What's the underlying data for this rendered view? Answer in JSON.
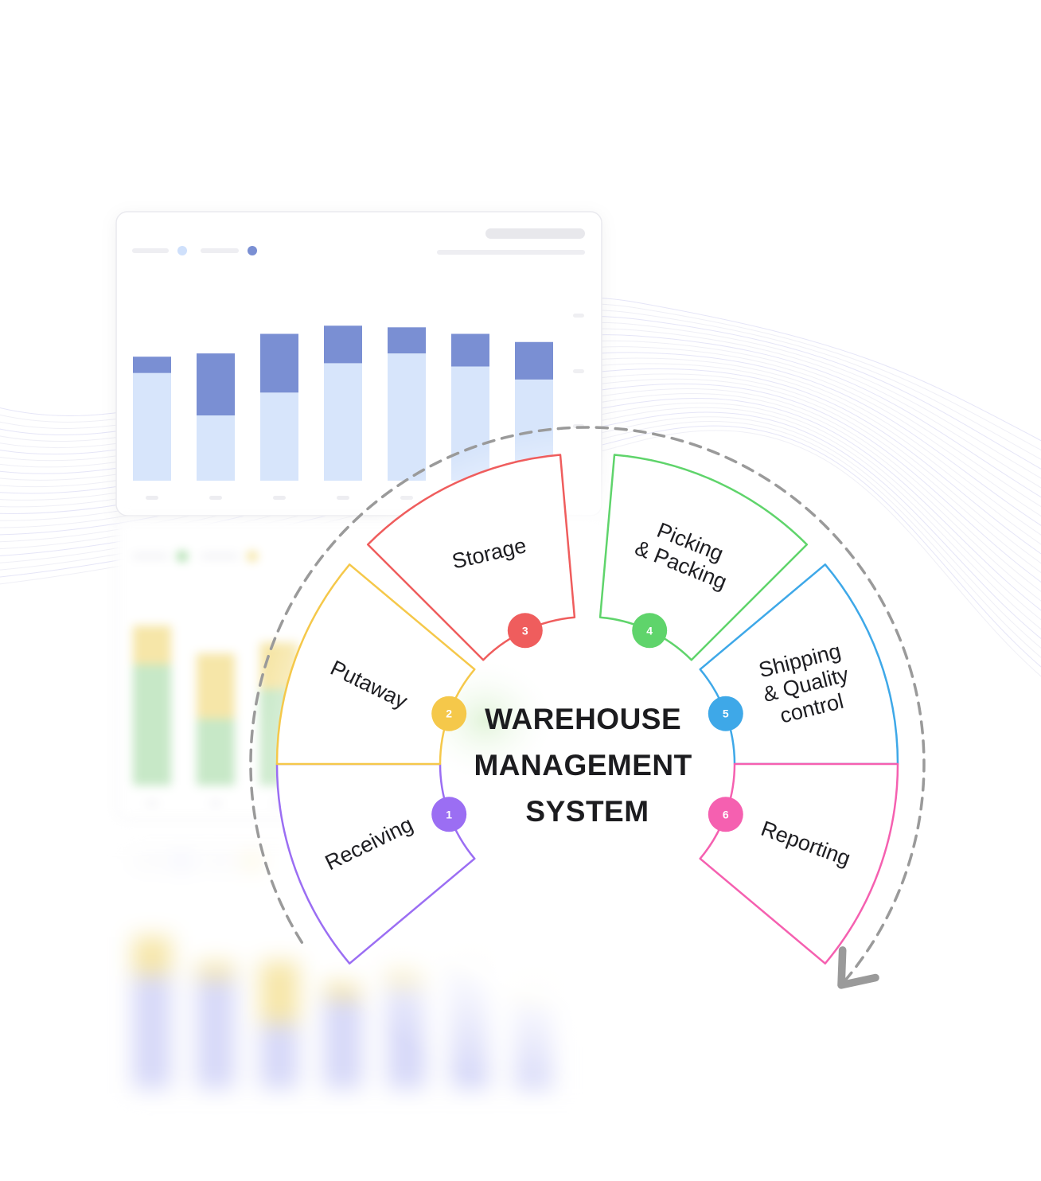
{
  "title": {
    "lines": [
      "WAREHOUSE",
      "MANAGEMENT",
      "SYSTEM"
    ]
  },
  "steps": [
    {
      "number": "1",
      "lines": [
        "Receiving"
      ],
      "color": "#9b6ef3"
    },
    {
      "number": "2",
      "lines": [
        "Putaway"
      ],
      "color": "#f5c84a"
    },
    {
      "number": "3",
      "lines": [
        "Storage"
      ],
      "color": "#ef5d5d"
    },
    {
      "number": "4",
      "lines": [
        "Picking",
        "& Packing"
      ],
      "color": "#5fd46b"
    },
    {
      "number": "5",
      "lines": [
        "Shipping",
        "& Quality",
        "control"
      ],
      "color": "#3ea8e8"
    },
    {
      "number": "6",
      "lines": [
        "Reporting"
      ],
      "color": "#f560b0"
    }
  ],
  "background_charts": [
    {
      "legend_dots": [
        "#cfe0fb",
        "#7a8fd3"
      ],
      "colors": {
        "base": "#d7e5fb",
        "top": "#7a8fd3"
      },
      "values": [
        {
          "base": 0.66,
          "top": 0.1
        },
        {
          "base": 0.4,
          "top": 0.38
        },
        {
          "base": 0.54,
          "top": 0.36
        },
        {
          "base": 0.72,
          "top": 0.23
        },
        {
          "base": 0.78,
          "top": 0.16
        },
        {
          "base": 0.7,
          "top": 0.2
        },
        {
          "base": 0.62,
          "top": 0.23
        }
      ]
    },
    {
      "legend_dots": [
        "#8fd28f",
        "#f2dc84"
      ],
      "colors": {
        "base": "#c7e8c7",
        "top": "#f6e6a8"
      },
      "values": [
        {
          "base": 0.78,
          "top": 0.25
        },
        {
          "base": 0.43,
          "top": 0.42
        },
        {
          "base": 0.62,
          "top": 0.3
        }
      ]
    },
    {
      "legend_dots": [
        "#c8ccf6",
        "#f2dc84"
      ],
      "colors": {
        "base": "#d6d8f8",
        "top": "#f6e6a8"
      },
      "values": [
        {
          "base": 0.73,
          "top": 0.25
        },
        {
          "base": 0.71,
          "top": 0.1
        },
        {
          "base": 0.42,
          "top": 0.4
        },
        {
          "base": 0.58,
          "top": 0.1
        },
        {
          "base": 0.66,
          "top": 0.12
        },
        {
          "base": 0.8,
          "top": 0.06
        },
        {
          "base": 0.6,
          "top": 0.1
        }
      ]
    }
  ]
}
